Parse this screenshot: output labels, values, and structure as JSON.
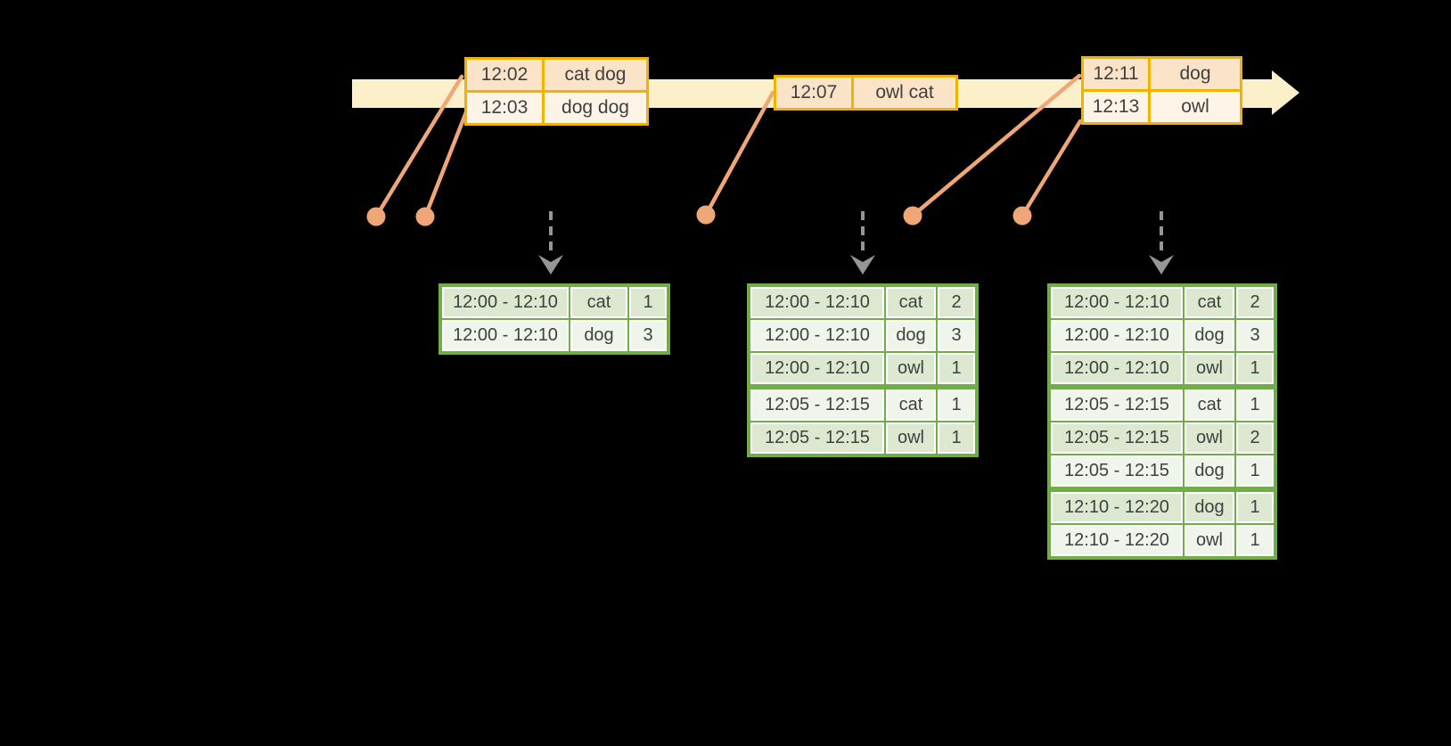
{
  "event_tables": [
    {
      "rows": [
        {
          "time": "12:02",
          "words": "cat dog"
        },
        {
          "time": "12:03",
          "words": "dog dog"
        }
      ]
    },
    {
      "rows": [
        {
          "time": "12:07",
          "words": "owl cat"
        }
      ]
    },
    {
      "rows": [
        {
          "time": "12:11",
          "words": "dog"
        },
        {
          "time": "12:13",
          "words": "owl"
        }
      ]
    }
  ],
  "result_tables": [
    {
      "rows": [
        [
          "12:00 - 12:10",
          "cat",
          "1"
        ],
        [
          "12:00 - 12:10",
          "dog",
          "3"
        ]
      ]
    },
    {
      "rows": [
        [
          "12:00 - 12:10",
          "cat",
          "2"
        ],
        [
          "12:00 - 12:10",
          "dog",
          "3"
        ],
        [
          "12:00 - 12:10",
          "owl",
          "1"
        ],
        [
          "12:05 - 12:15",
          "cat",
          "1"
        ],
        [
          "12:05 - 12:15",
          "owl",
          "1"
        ]
      ]
    },
    {
      "rows": [
        [
          "12:00 - 12:10",
          "cat",
          "2"
        ],
        [
          "12:00 - 12:10",
          "dog",
          "3"
        ],
        [
          "12:00 - 12:10",
          "owl",
          "1"
        ],
        [
          "12:05 - 12:15",
          "cat",
          "1"
        ],
        [
          "12:05 - 12:15",
          "owl",
          "2"
        ],
        [
          "12:05 - 12:15",
          "dog",
          "1"
        ],
        [
          "12:10 - 12:20",
          "dog",
          "1"
        ],
        [
          "12:10 - 12:20",
          "owl",
          "1"
        ]
      ]
    }
  ],
  "colors": {
    "background": "#000000",
    "timeline_band": "#FCF0CB",
    "event_table_border": "#F0B400",
    "event_row_dark": "#FAE3C6",
    "event_row_light": "#FDF4E7",
    "connector_and_dots": "#EFA778",
    "trigger_arrow_gray": "#969696",
    "result_table_border": "#70AD47",
    "result_row_tint": "#DCE9D0",
    "result_row_light": "#F0F5EB",
    "cell_text": "#404040"
  }
}
